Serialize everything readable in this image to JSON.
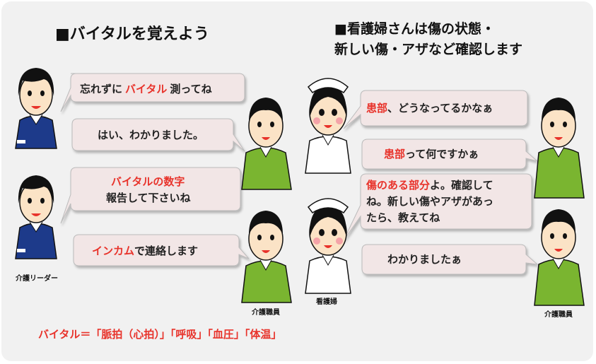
{
  "titles": {
    "left": "■バイタルを覚えよう",
    "right_line1": "■看護婦さんは傷の状態・",
    "right_line2": "新しい傷・アザなど確認します"
  },
  "labels": {
    "leader": "介護リーダー",
    "staff_left": "介護職員",
    "nurse": "看護婦",
    "staff_right": "介護職員"
  },
  "bubbles": {
    "b1": {
      "pre": "忘れずに",
      "red": "バイタル",
      "post": "測ってね"
    },
    "b2": {
      "text": "はい、わかりました。"
    },
    "b3": {
      "red": "バイタルの数字",
      "line2": "報告して下さいね"
    },
    "b4": {
      "red": "インカム",
      "post": "で連絡します"
    },
    "b5": {
      "red": "患部",
      "post": "、どうなってるかなぁ"
    },
    "b6": {
      "red": "患部",
      "post": "って何ですかぁ"
    },
    "b7": {
      "red": "傷のある部分",
      "post1": "よ。確認して",
      "line2": "ね。新しい傷やアザがあっ",
      "line3": "たら、教えてね"
    },
    "b8": {
      "text": "わかりましたぁ"
    }
  },
  "footer": "バイタル＝「脈拍（心拍）」「呼吸」「血圧」「体温」",
  "colors": {
    "accent_red": "#e8332b",
    "bubble_fill": "#f2e6e6",
    "leader_shirt": "#1d3a8a",
    "staff_shirt": "#7ab530",
    "skin": "#fbe3c6",
    "hair": "#111111"
  }
}
